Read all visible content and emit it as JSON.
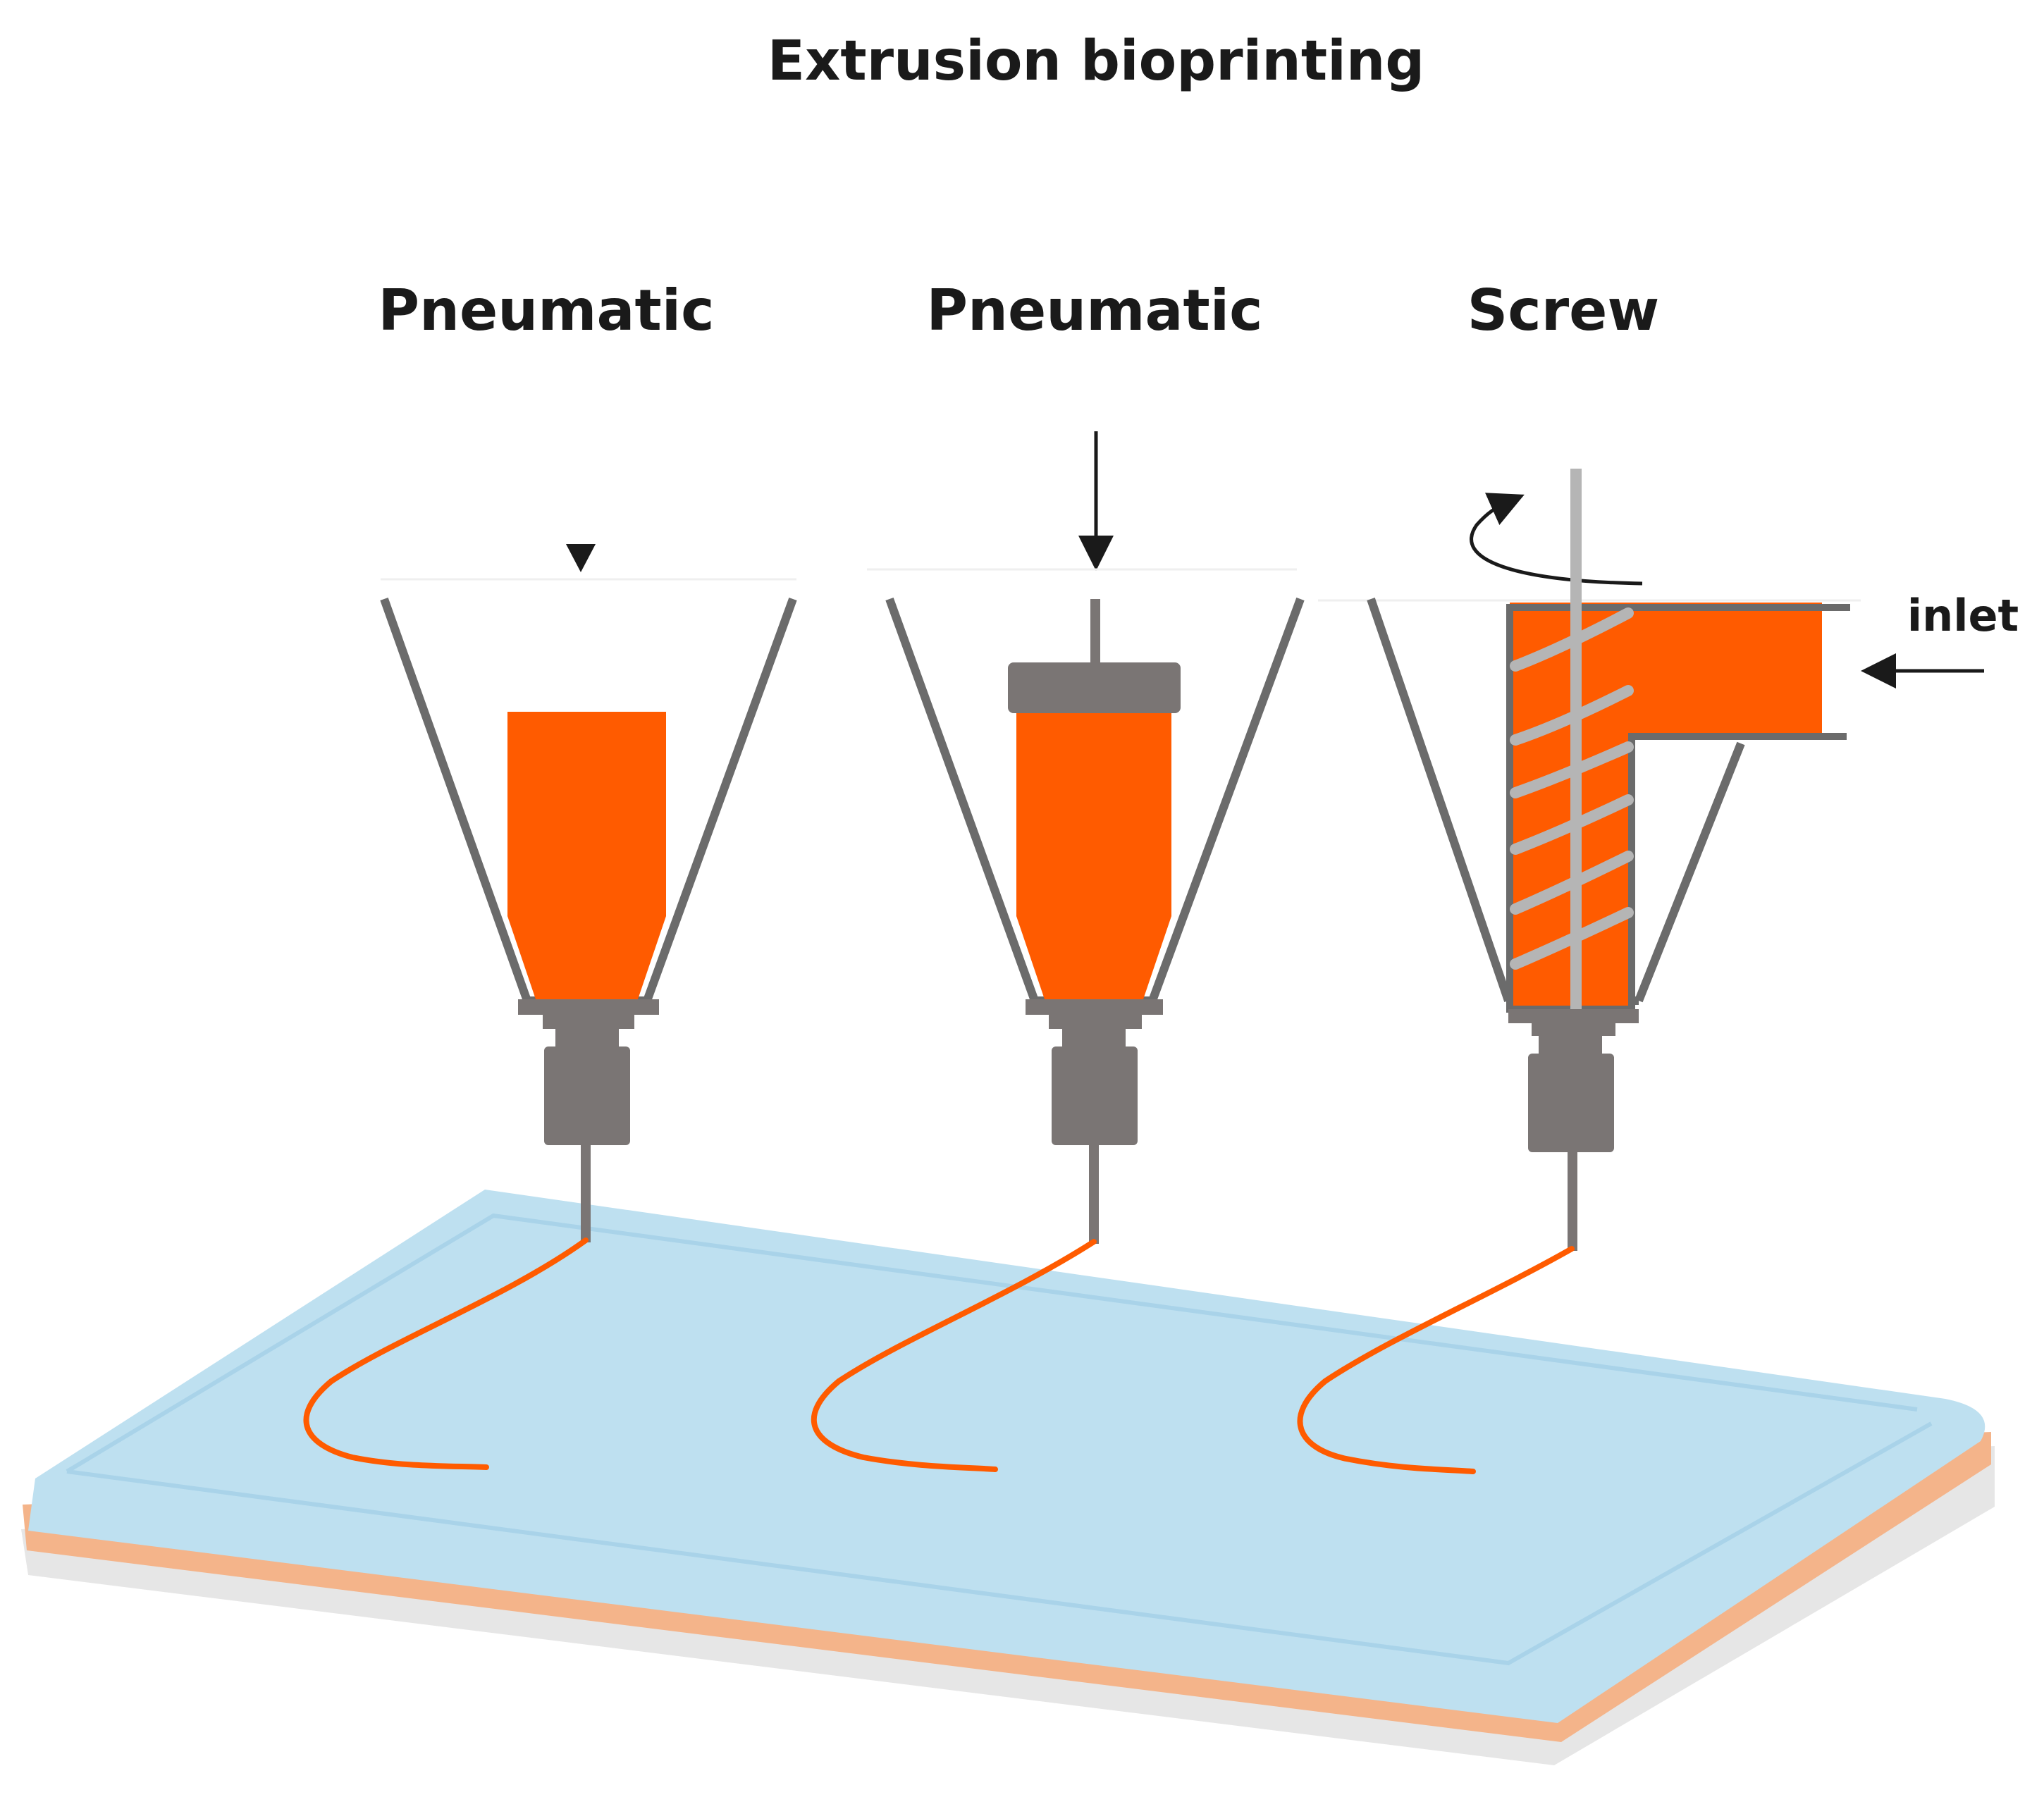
{
  "title": "Extrusion bioprinting",
  "printheads": [
    {
      "label": "Pneumatic"
    },
    {
      "label": "Pneumatic"
    },
    {
      "label": "Screw"
    }
  ],
  "inlet_label": "inlet",
  "colors": {
    "bioink": "#FF5B00",
    "metal": "#7A7574",
    "frame": "#6B6B6B",
    "screw": "#B5B5B5",
    "plate_top": "#BEE0F0",
    "plate_rim": "#F4B48A",
    "plate_base": "#E6E6E6",
    "text": "#1A1A1A"
  }
}
